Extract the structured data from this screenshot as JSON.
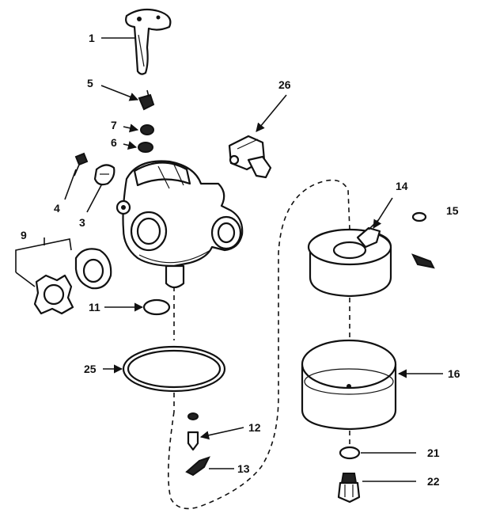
{
  "diagram": {
    "callouts": {
      "p1": "1",
      "p5": "5",
      "p7": "7",
      "p6": "6",
      "p26": "26",
      "p4": "4",
      "p3": "3",
      "p9": "9",
      "p14": "14",
      "p15": "15",
      "p11": "11",
      "p25": "25",
      "p16": "16",
      "p12": "12",
      "p13": "13",
      "p21": "21",
      "p22": "22"
    }
  }
}
